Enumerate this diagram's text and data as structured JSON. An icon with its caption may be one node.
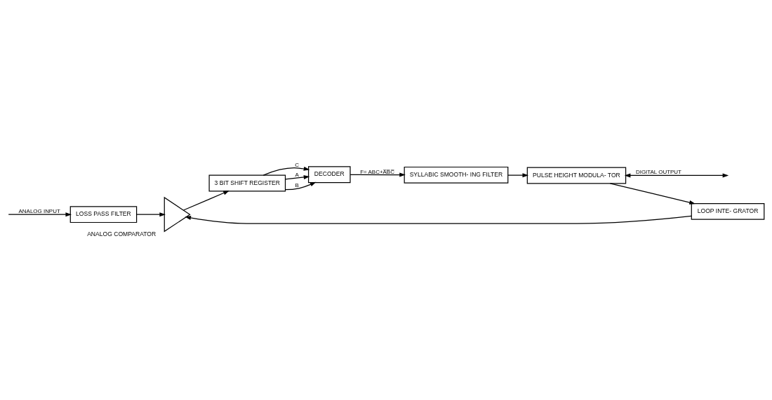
{
  "diagram": {
    "nodes": [
      {
        "text": [
          "LOSS PASS FILTER"
        ]
      },
      {
        "text": [
          "ANALOG COMPARATOR"
        ]
      },
      {
        "text": [
          "3 BIT SHIFT REGISTER"
        ]
      },
      {
        "text": [
          "DECODER"
        ]
      },
      {
        "text": [
          "SYLLABIC SMOOTH- ING FILTER"
        ]
      },
      {
        "text": [
          "PULSE HEIGHT MODULA- TOR"
        ]
      },
      {
        "text": [
          "LOOP INTE- GRATOR"
        ]
      }
    ],
    "edges": [
      {
        "from": null,
        "to": 0,
        "arrow": "to",
        "label": "ANALOG INPUT"
      },
      {
        "from": 0,
        "to": 1,
        "arrow": "to"
      },
      {
        "from": 1,
        "to": 2,
        "arrow": "to"
      },
      {
        "from": 2,
        "to": 3,
        "arrow": "to",
        "label": "A"
      },
      {
        "from": 2,
        "to": 3,
        "arrow": "to",
        "label": "B"
      },
      {
        "from": 2,
        "to": 3,
        "arrow": "to",
        "label": "C"
      },
      {
        "from": 5,
        "to": null,
        "arrow": "both",
        "label": "DIGITAL OUTPUT"
      },
      {
        "from": 3,
        "to": 4,
        "arrow": "to",
        "label": "F= ABC+A̅B̅C̅"
      },
      {
        "from": 4,
        "to": 5,
        "arrow": "to"
      },
      {
        "from": 5,
        "to": 6,
        "arrow": "to"
      },
      {
        "from": 6,
        "to": 1,
        "arrow": "to"
      }
    ]
  }
}
